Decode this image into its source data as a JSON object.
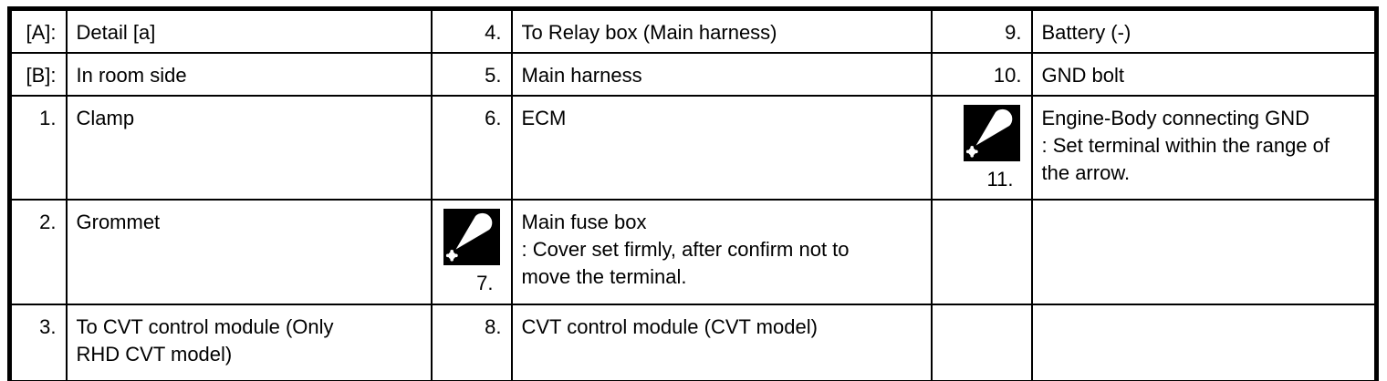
{
  "colors": {
    "background": "#ffffff",
    "border": "#000000",
    "text": "#000000",
    "icon_background": "#000000",
    "icon_glyph": "#ffffff"
  },
  "icons": {
    "arrow_marker": "arrow-marker-icon"
  },
  "table": {
    "rows": [
      {
        "cells": [
          {
            "num": "[A]:",
            "label": "Detail [a]"
          },
          {
            "num": "4.",
            "label": "To Relay box (Main harness)"
          },
          {
            "num": "9.",
            "label": "Battery (-)"
          }
        ]
      },
      {
        "cells": [
          {
            "num": "[B]:",
            "label": "In room side"
          },
          {
            "num": "5.",
            "label": "Main harness"
          },
          {
            "num": "10.",
            "label": "GND bolt"
          }
        ]
      },
      {
        "cells": [
          {
            "num": "1.",
            "label": "Clamp"
          },
          {
            "num": "6.",
            "label": "ECM"
          },
          {
            "num": "11.",
            "icon": "arrow-marker-icon",
            "label": "Engine-Body connecting GND\n: Set terminal within the range of\nthe arrow."
          }
        ]
      },
      {
        "cells": [
          {
            "num": "2.",
            "label": "Grommet"
          },
          {
            "num": "7.",
            "icon": "arrow-marker-icon",
            "label": "Main fuse box\n: Cover set firmly, after confirm not to\nmove the terminal."
          },
          {
            "num": "",
            "label": ""
          }
        ]
      },
      {
        "cells": [
          {
            "num": "3.",
            "label": "To CVT control module (Only\nRHD CVT model)"
          },
          {
            "num": "8.",
            "label": "CVT control module (CVT model)"
          },
          {
            "num": "",
            "label": ""
          }
        ]
      }
    ]
  }
}
